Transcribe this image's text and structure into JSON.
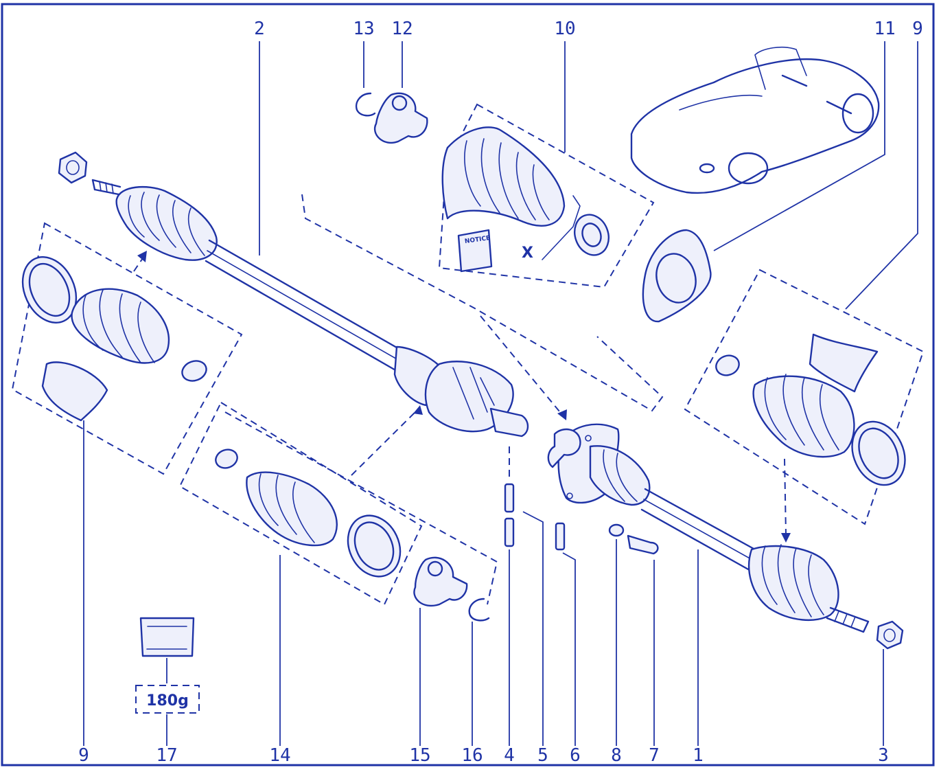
{
  "callouts_top": [
    "2",
    "13",
    "12",
    "10",
    "11",
    "9"
  ],
  "callouts_bottom": [
    "9",
    "17",
    "14",
    "15",
    "16",
    "4",
    "5",
    "6",
    "8",
    "7",
    "1",
    "3"
  ],
  "grease_quantity": "180g",
  "clearance_label": "X",
  "notice_label": "NOTICE",
  "colors": {
    "ink": "#1f33a6",
    "paper": "#ffffff"
  }
}
